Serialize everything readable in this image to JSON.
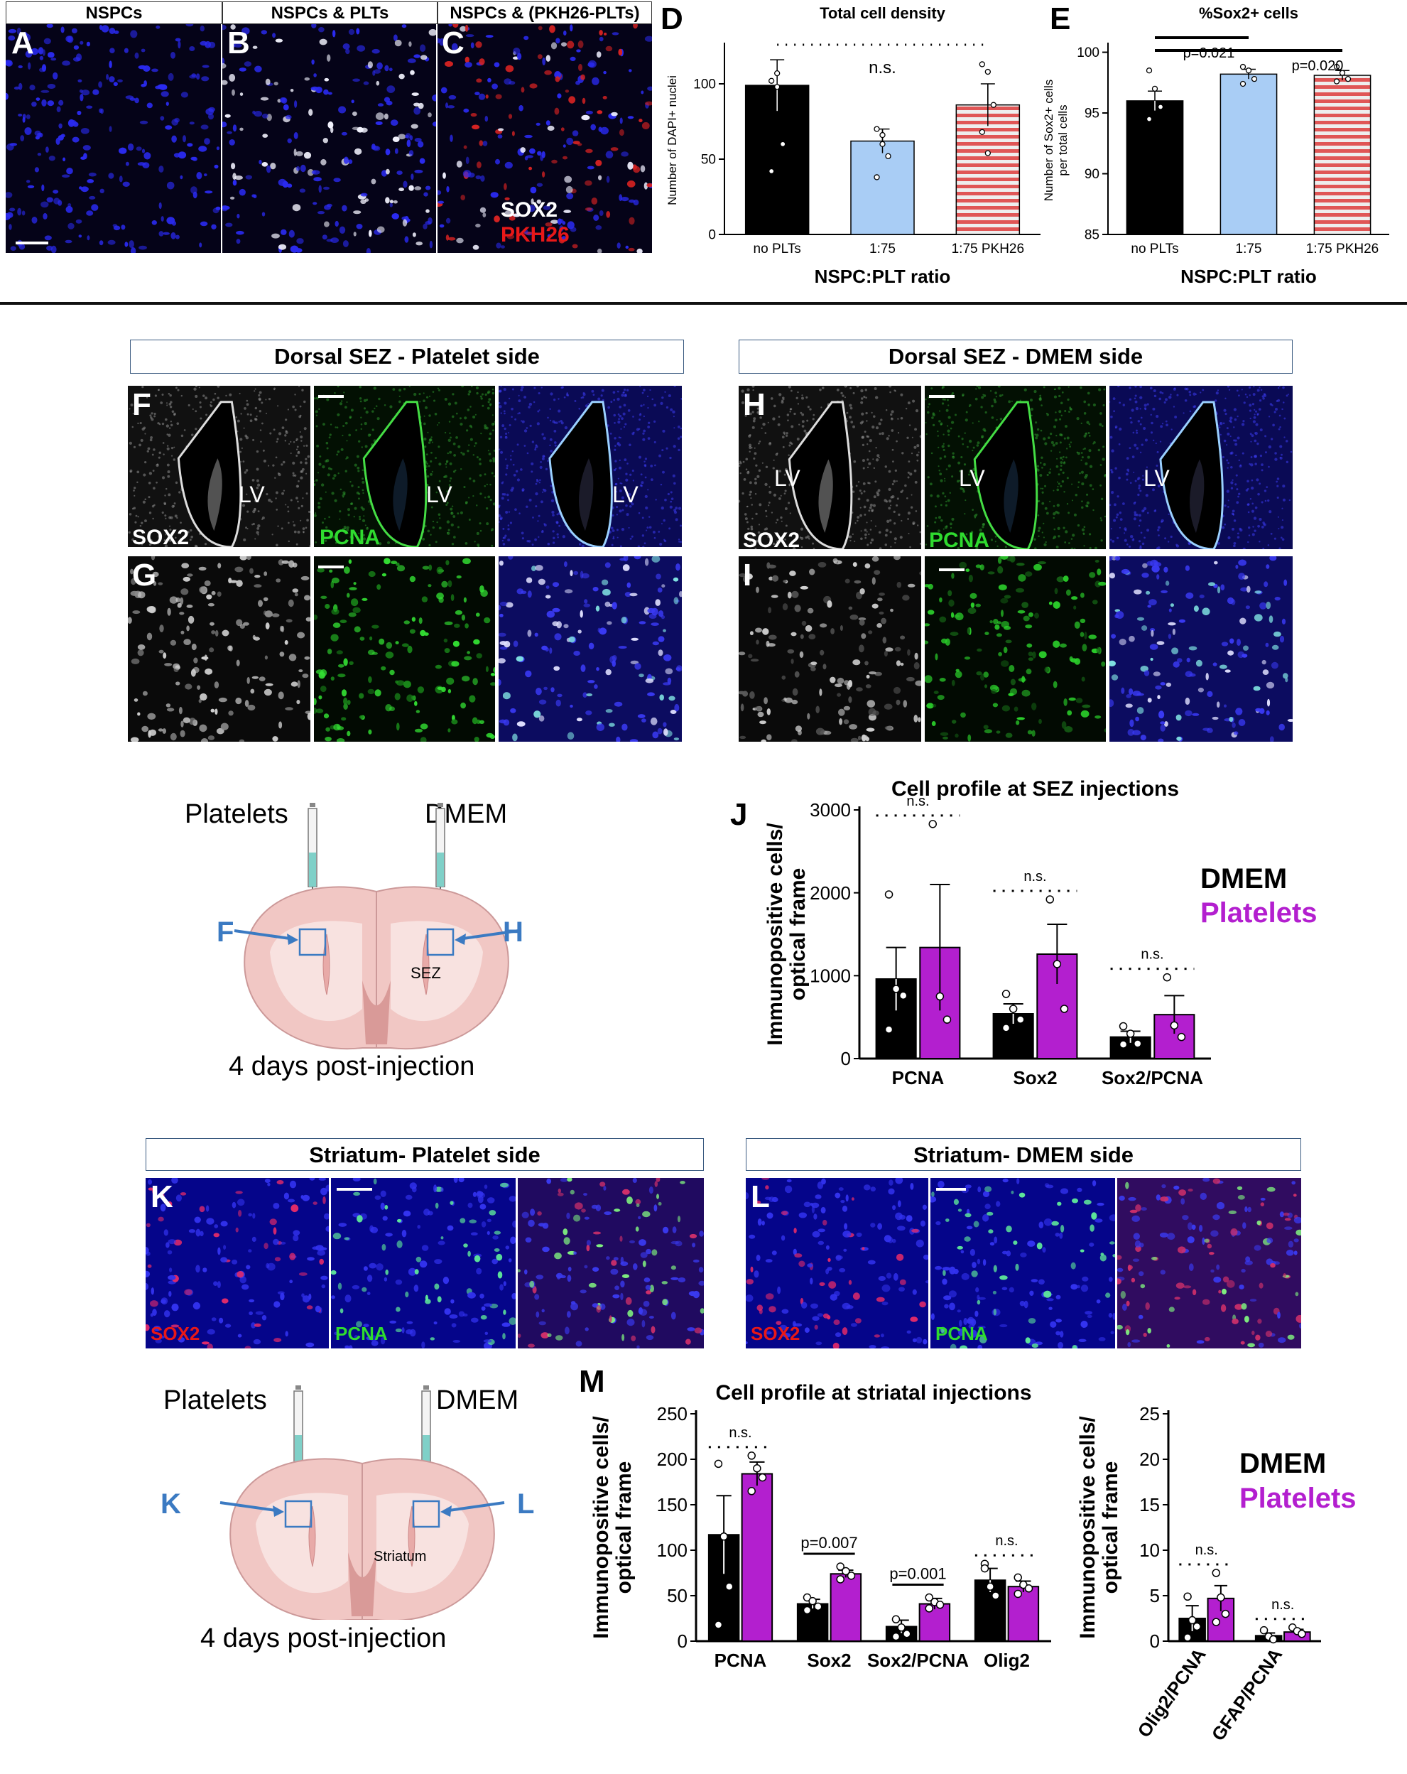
{
  "colors": {
    "black": "#000000",
    "platelets": "#b31fcf",
    "blue_bar": "#a9cdf5",
    "pkh_red": "#e05656",
    "dapi": "#1a18d8",
    "pcna": "#2fdb2f",
    "sox2_red": "#e81818",
    "arrow": "#3b7ac2",
    "brain": "#f1c7c4"
  },
  "top_row": {
    "headers": [
      "NSPCs",
      "NSPCs & PLTs",
      "NSPCs & (PKH26-PLTs)"
    ],
    "letters": [
      "A",
      "B",
      "C"
    ],
    "stain_sox2": "SOX2",
    "stain_pkh": "PKH26"
  },
  "sez": {
    "left_header": "Dorsal SEZ - Platelet side",
    "right_header": "Dorsal SEZ - DMEM side",
    "letters": [
      "F",
      "G",
      "H",
      "I"
    ],
    "lv": "LV",
    "sox2": "SOX2",
    "pcna": "PCNA"
  },
  "diagram_sez": {
    "left": "Platelets",
    "right": "DMEM",
    "arrow_left": "F",
    "arrow_right": "H",
    "region": "SEZ",
    "caption": "4 days post-injection"
  },
  "striatum": {
    "left_header": "Striatum- Platelet side",
    "right_header": "Striatum- DMEM side",
    "letters": [
      "K",
      "L"
    ],
    "sox2": "SOX2",
    "pcna": "PCNA"
  },
  "diagram_str": {
    "left": "Platelets",
    "right": "DMEM",
    "arrow_left": "K",
    "arrow_right": "L",
    "region": "Striatum",
    "caption": "4 days post-injection"
  },
  "legend": {
    "dmem": "DMEM",
    "platelets": "Platelets"
  },
  "chart_data": [
    {
      "id": "D",
      "type": "bar",
      "title": "Total cell density",
      "ylabel": "Number of DAPI+ nuclei",
      "xlabel": "NSPC:PLT ratio",
      "categories": [
        "no PLTs",
        "1:75",
        "1:75 PKH26"
      ],
      "values": [
        99,
        62,
        86
      ],
      "errors": [
        17,
        8,
        14
      ],
      "points": [
        [
          102,
          107,
          60,
          42,
          98
        ],
        [
          70,
          66,
          52,
          38,
          60
        ],
        [
          113,
          108,
          86,
          68,
          54
        ]
      ],
      "ylim": [
        0,
        125
      ],
      "ticks": [
        0,
        50,
        100
      ],
      "annotations": [
        {
          "text": "n.s.",
          "from": 0,
          "to": 2
        }
      ]
    },
    {
      "id": "E",
      "type": "bar",
      "title": "%Sox2+ cells",
      "ylabel": "Number of Sox2+ cells per total cells",
      "xlabel": "NSPC:PLT ratio",
      "categories": [
        "no PLTs",
        "1:75",
        "1:75 PKH26"
      ],
      "values": [
        96,
        98.2,
        98.1
      ],
      "errors": [
        0.8,
        0.4,
        0.4
      ],
      "points": [
        [
          98.5,
          97,
          95.5,
          94.5
        ],
        [
          98.8,
          98.5,
          97.8,
          97.4
        ],
        [
          98.8,
          98.3,
          97.8,
          97.6
        ]
      ],
      "ylim": [
        85,
        100.5
      ],
      "ticks": [
        85,
        90,
        95,
        100
      ],
      "annotations": [
        {
          "text": "p=0.021",
          "from": 0,
          "to": 1
        },
        {
          "text": "p=0.020",
          "from": 0,
          "to": 2
        }
      ]
    },
    {
      "id": "J",
      "type": "bar",
      "title": "Cell profile at SEZ injections",
      "ylabel": "Immunopositive cells/ optical frame",
      "categories": [
        "PCNA",
        "Sox2",
        "Sox2/PCNA"
      ],
      "series": [
        {
          "name": "DMEM",
          "values": [
            960,
            540,
            260
          ],
          "errors": [
            380,
            120,
            70
          ],
          "points": [
            [
              1980,
              840,
              760,
              350
            ],
            [
              780,
              600,
              470,
              370
            ],
            [
              390,
              300,
              180,
              170
            ]
          ]
        },
        {
          "name": "Platelets",
          "values": [
            1340,
            1260,
            530
          ],
          "errors": [
            760,
            360,
            230
          ],
          "points": [
            [
              2830,
              750,
              470
            ],
            [
              1920,
              1140,
              600
            ],
            [
              980,
              400,
              260
            ]
          ]
        }
      ],
      "ylim": [
        0,
        3000
      ],
      "ticks": [
        0,
        1000,
        2000,
        3000
      ],
      "annotations": [
        "n.s.",
        "n.s.",
        "n.s."
      ]
    },
    {
      "id": "M1",
      "type": "bar",
      "title": "Cell profile at striatal injections",
      "ylabel": "Immunopositive cells/ optical frame",
      "categories": [
        "PCNA",
        "Sox2",
        "Sox2/PCNA",
        "Olig2"
      ],
      "series": [
        {
          "name": "DMEM",
          "values": [
            117,
            41,
            16,
            67
          ],
          "errors": [
            43,
            5,
            7,
            13
          ],
          "points": [
            [
              195,
              115,
              60,
              18
            ],
            [
              48,
              44,
              38,
              34
            ],
            [
              24,
              15,
              8,
              5
            ],
            [
              85,
              60,
              50,
              80
            ]
          ]
        },
        {
          "name": "Platelets",
          "values": [
            184,
            74,
            41,
            60
          ],
          "errors": [
            13,
            4,
            6,
            6
          ],
          "points": [
            [
              204,
              190,
              180,
              165
            ],
            [
              82,
              77,
              72,
              68
            ],
            [
              48,
              43,
              40,
              36
            ],
            [
              70,
              62,
              58,
              52
            ]
          ]
        }
      ],
      "ylim": [
        0,
        250
      ],
      "ticks": [
        0,
        50,
        100,
        150,
        200,
        250
      ],
      "annotations": [
        "n.s.",
        "p=0.007",
        "p=0.001",
        "n.s."
      ]
    },
    {
      "id": "M2",
      "type": "bar",
      "ylabel": "Immunopositive cells/ optical frame",
      "categories": [
        "Olig2/PCNA",
        "GFAP/PCNA"
      ],
      "series": [
        {
          "name": "DMEM",
          "values": [
            2.5,
            0.6
          ],
          "errors": [
            1.4,
            0.3
          ],
          "points": [
            [
              4.9,
              2.3,
              1.6,
              0.4
            ],
            [
              1.2,
              0.5,
              0.2
            ]
          ]
        },
        {
          "name": "Platelets",
          "values": [
            4.7,
            1.0
          ],
          "errors": [
            1.4,
            0.3
          ],
          "points": [
            [
              7.5,
              4.8,
              3.0,
              2.1
            ],
            [
              1.5,
              1.1,
              0.8
            ]
          ]
        }
      ],
      "ylim": [
        0,
        25
      ],
      "ticks": [
        0,
        5,
        10,
        15,
        20,
        25
      ],
      "annotations": [
        "n.s.",
        "n.s."
      ]
    }
  ],
  "panel_letters": {
    "D": "D",
    "E": "E",
    "J": "J",
    "M": "M"
  }
}
